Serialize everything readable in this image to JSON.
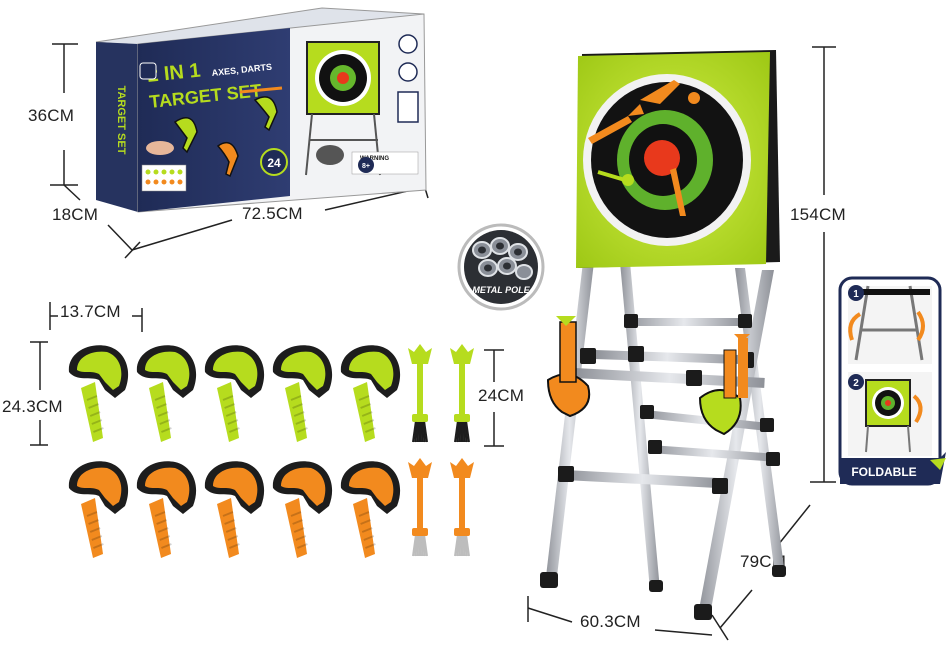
{
  "dimensions": {
    "box_height": "36CM",
    "box_depth": "18CM",
    "box_width": "72.5CM",
    "axe_width": "13.7CM",
    "axe_height": "24.3CM",
    "dart_height": "24CM",
    "stand_height": "154CM",
    "stand_depth": "79CM",
    "stand_width": "60.3CM"
  },
  "box": {
    "title_line1": "2 IN 1",
    "title_line2": "AXES, DARTS",
    "title_line3": "TARGET SET",
    "badge": "24",
    "age": "8+",
    "warning": "WARNING"
  },
  "labels": {
    "metal_pole": "METAL POLE",
    "foldable": "FOLDABLE",
    "step1": "1",
    "step2": "2"
  },
  "colors": {
    "green": "#b6dc1e",
    "orange": "#f28a1e",
    "dark": "#1d1d1d",
    "pole": "#b9bcc2",
    "navy": "#1f2b56"
  }
}
